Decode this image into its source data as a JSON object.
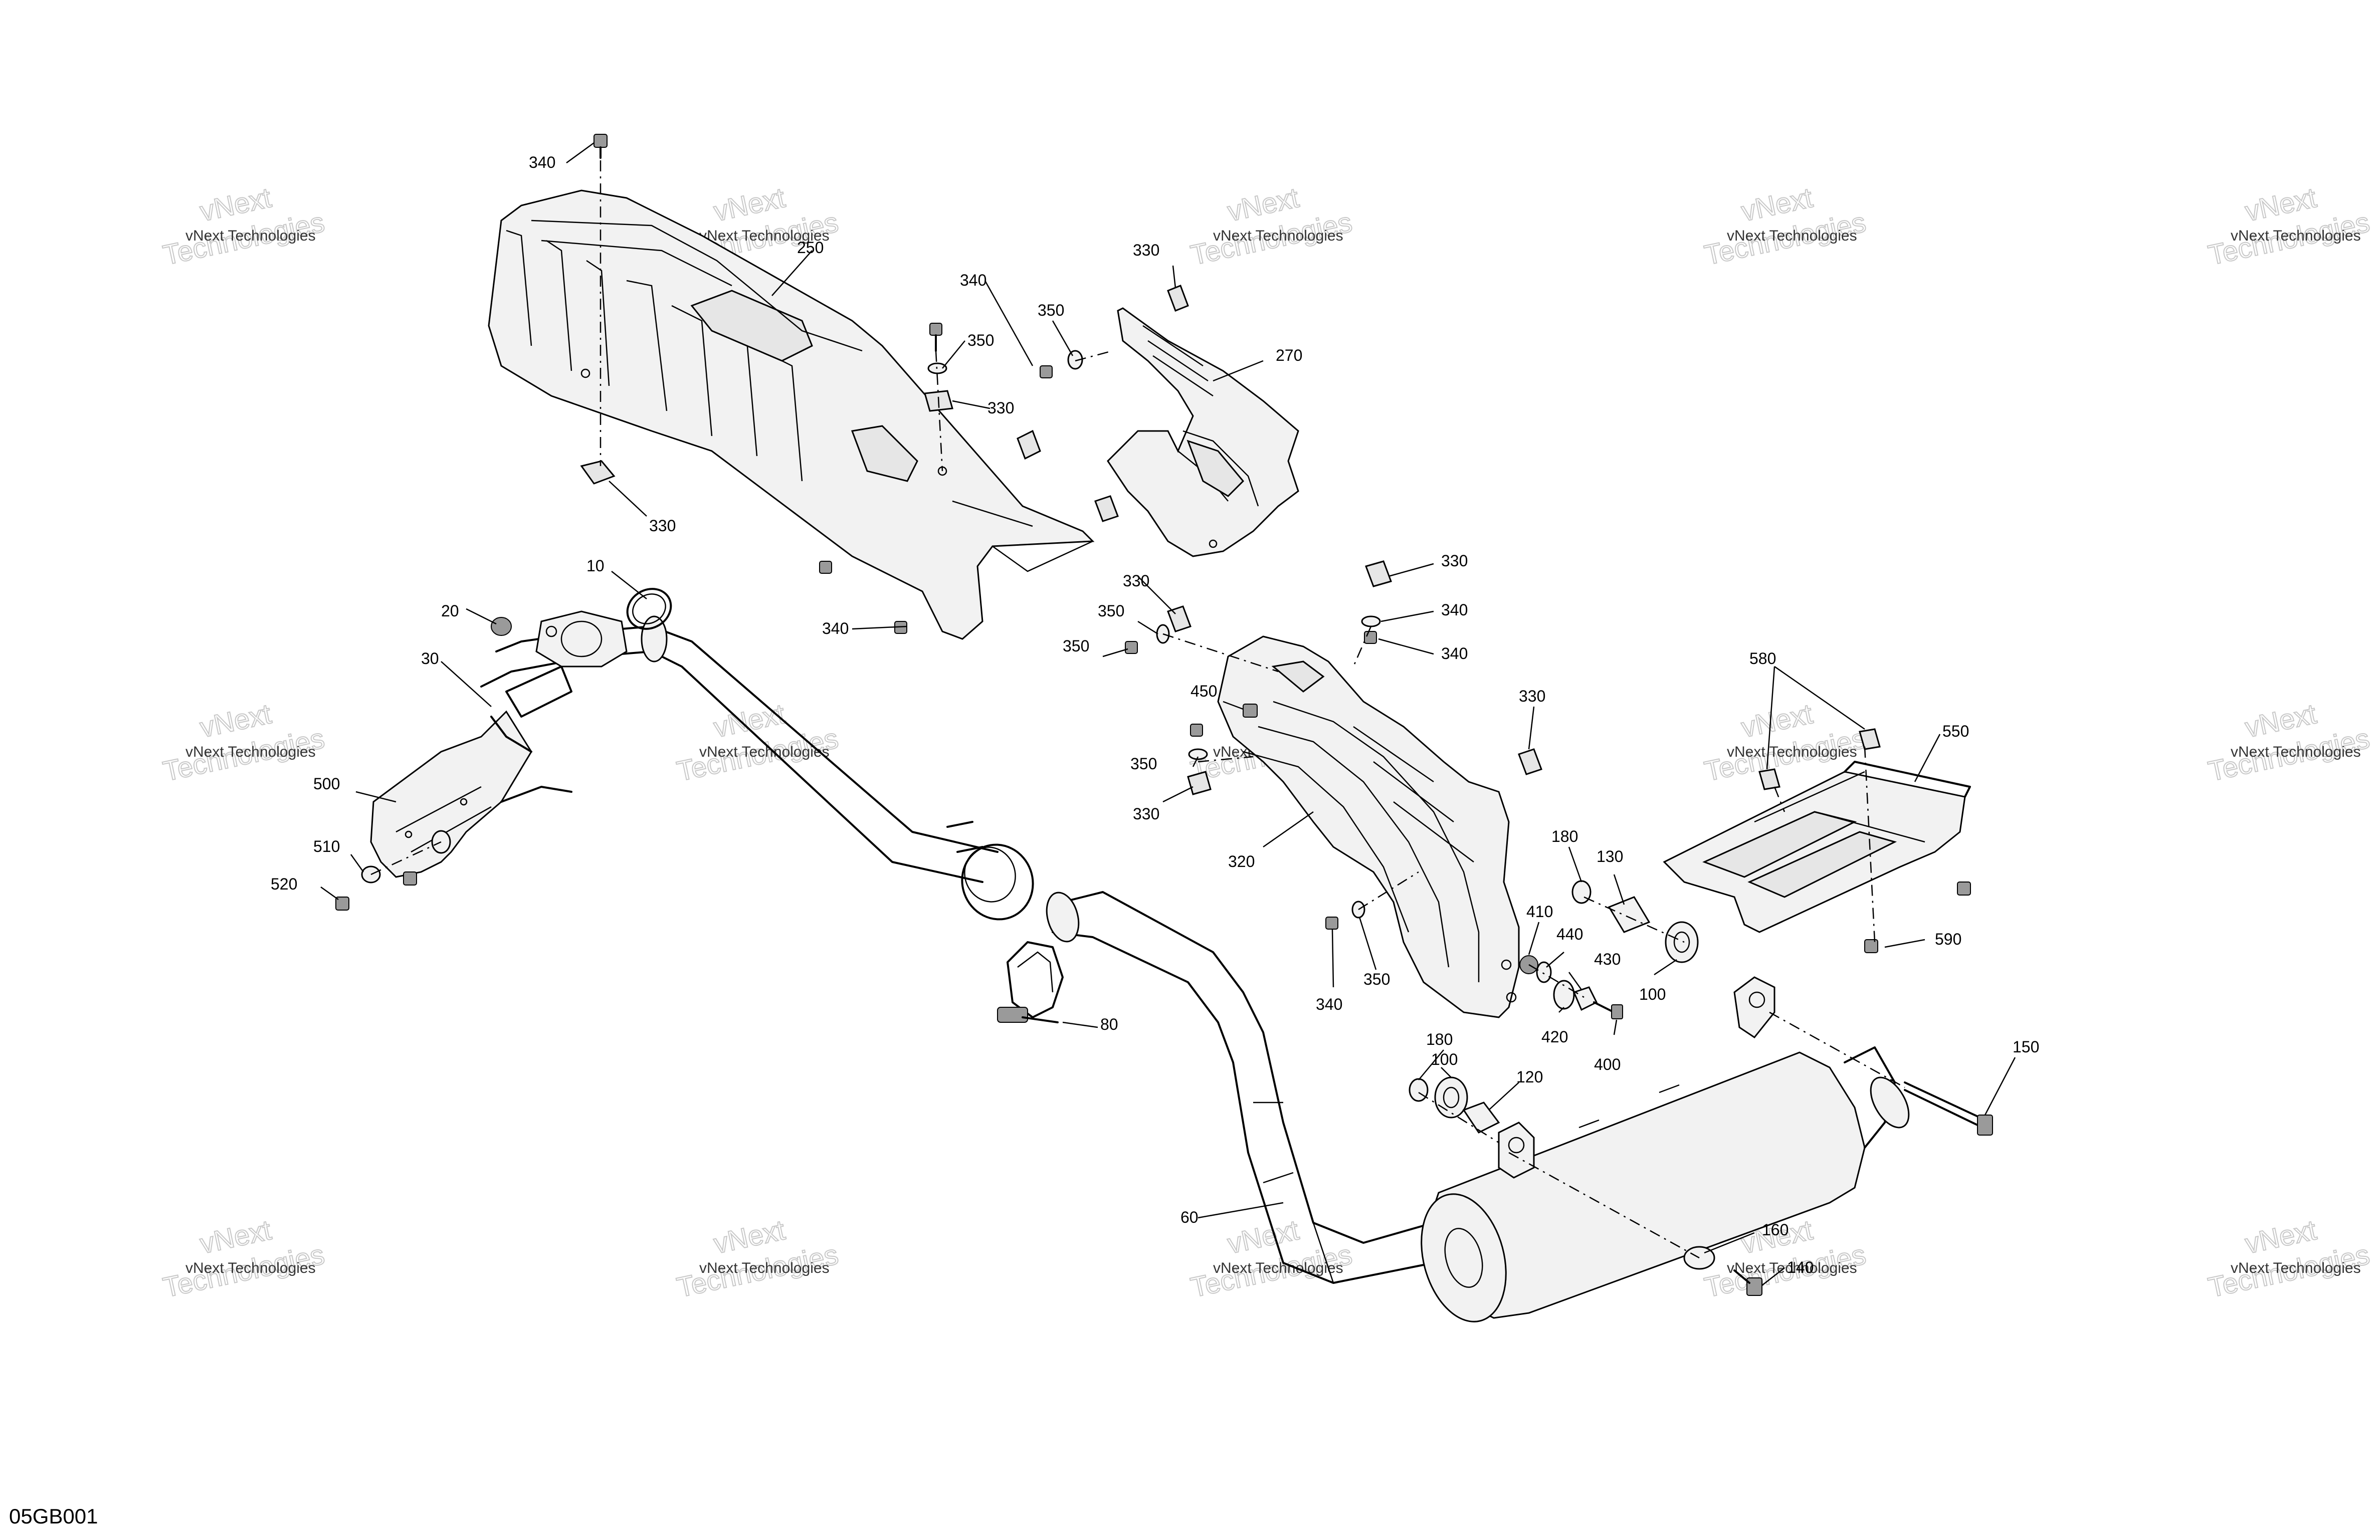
{
  "diagram": {
    "code": "05GB001",
    "watermark": {
      "line1": "vNext Technologies",
      "outline_line1": "vNext",
      "outline_line2": "Technologies"
    },
    "callouts": [
      {
        "id": "c340a",
        "label": "340"
      },
      {
        "id": "c250",
        "label": "250"
      },
      {
        "id": "c330a",
        "label": "330"
      },
      {
        "id": "c340b",
        "label": "340"
      },
      {
        "id": "c350a",
        "label": "350"
      },
      {
        "id": "c350b",
        "label": "350"
      },
      {
        "id": "c330b",
        "label": "330"
      },
      {
        "id": "c270",
        "label": "270"
      },
      {
        "id": "c330c",
        "label": "330"
      },
      {
        "id": "c10",
        "label": "10"
      },
      {
        "id": "c20",
        "label": "20"
      },
      {
        "id": "c30",
        "label": "30"
      },
      {
        "id": "c340c",
        "label": "340"
      },
      {
        "id": "c330d",
        "label": "330"
      },
      {
        "id": "c330e",
        "label": "330"
      },
      {
        "id": "c350c",
        "label": "350"
      },
      {
        "id": "c340d",
        "label": "340"
      },
      {
        "id": "c350d",
        "label": "350"
      },
      {
        "id": "c340e",
        "label": "340"
      },
      {
        "id": "c450",
        "label": "450"
      },
      {
        "id": "c330f",
        "label": "330"
      },
      {
        "id": "c580",
        "label": "580"
      },
      {
        "id": "c550",
        "label": "550"
      },
      {
        "id": "c500",
        "label": "500"
      },
      {
        "id": "c350e",
        "label": "350"
      },
      {
        "id": "c330g",
        "label": "330"
      },
      {
        "id": "c510",
        "label": "510"
      },
      {
        "id": "c520",
        "label": "520"
      },
      {
        "id": "c320",
        "label": "320"
      },
      {
        "id": "c180a",
        "label": "180"
      },
      {
        "id": "c130",
        "label": "130"
      },
      {
        "id": "c590",
        "label": "590"
      },
      {
        "id": "c410",
        "label": "410"
      },
      {
        "id": "c440",
        "label": "440"
      },
      {
        "id": "c430",
        "label": "430"
      },
      {
        "id": "c100a",
        "label": "100"
      },
      {
        "id": "c80",
        "label": "80"
      },
      {
        "id": "c340f",
        "label": "340"
      },
      {
        "id": "c350f",
        "label": "350"
      },
      {
        "id": "c420",
        "label": "420"
      },
      {
        "id": "c400",
        "label": "400"
      },
      {
        "id": "c180b",
        "label": "180"
      },
      {
        "id": "c100b",
        "label": "100"
      },
      {
        "id": "c120",
        "label": "120"
      },
      {
        "id": "c150",
        "label": "150"
      },
      {
        "id": "c60",
        "label": "60"
      },
      {
        "id": "c160",
        "label": "160"
      },
      {
        "id": "c140",
        "label": "140"
      }
    ]
  }
}
